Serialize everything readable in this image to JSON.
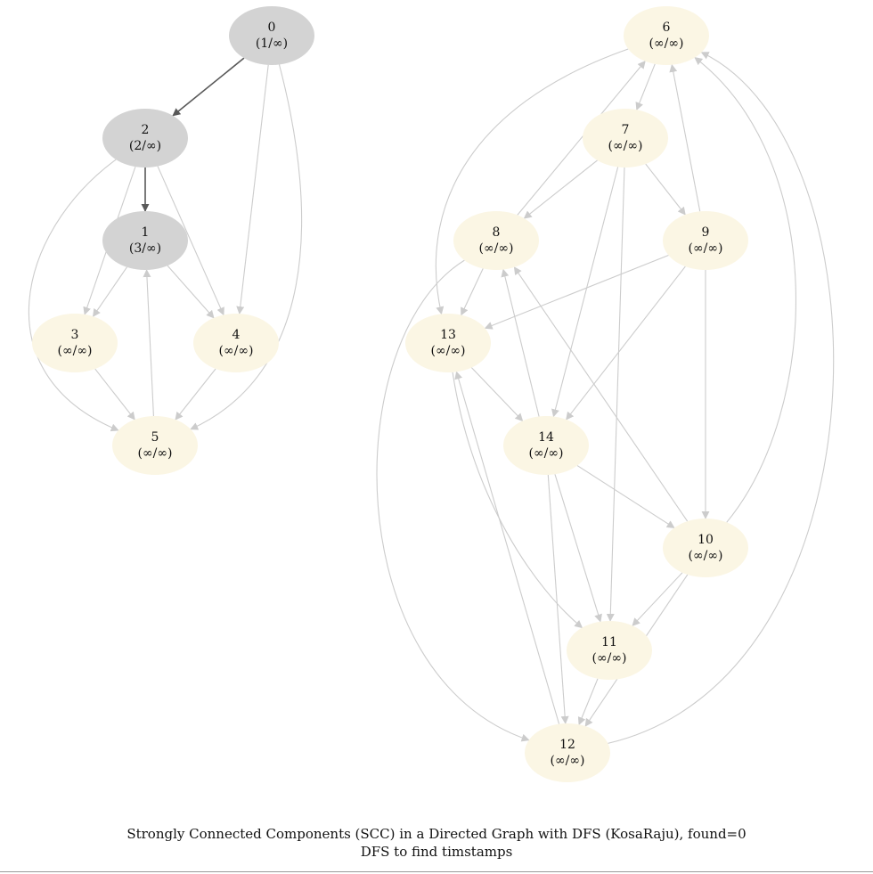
{
  "caption": {
    "line1": "Strongly Connected Components (SCC) in a Directed Graph with DFS (KosaRaju), found=0",
    "line2": "DFS to find timstamps"
  },
  "colors": {
    "visited_fill": "#d3d3d3",
    "unvisited_fill": "#fbf6e4",
    "active_edge": "#595959",
    "inactive_edge": "#cccccc",
    "text": "#111111"
  },
  "nodes": [
    {
      "id": "0",
      "label": "0",
      "stamp": "(1/∞)",
      "visited": true
    },
    {
      "id": "2",
      "label": "2",
      "stamp": "(2/∞)",
      "visited": true
    },
    {
      "id": "1",
      "label": "1",
      "stamp": "(3/∞)",
      "visited": true
    },
    {
      "id": "3",
      "label": "3",
      "stamp": "(∞/∞)",
      "visited": false
    },
    {
      "id": "4",
      "label": "4",
      "stamp": "(∞/∞)",
      "visited": false
    },
    {
      "id": "5",
      "label": "5",
      "stamp": "(∞/∞)",
      "visited": false
    },
    {
      "id": "6",
      "label": "6",
      "stamp": "(∞/∞)",
      "visited": false
    },
    {
      "id": "7",
      "label": "7",
      "stamp": "(∞/∞)",
      "visited": false
    },
    {
      "id": "8",
      "label": "8",
      "stamp": "(∞/∞)",
      "visited": false
    },
    {
      "id": "9",
      "label": "9",
      "stamp": "(∞/∞)",
      "visited": false
    },
    {
      "id": "13",
      "label": "13",
      "stamp": "(∞/∞)",
      "visited": false
    },
    {
      "id": "14",
      "label": "14",
      "stamp": "(∞/∞)",
      "visited": false
    },
    {
      "id": "10",
      "label": "10",
      "stamp": "(∞/∞)",
      "visited": false
    },
    {
      "id": "11",
      "label": "11",
      "stamp": "(∞/∞)",
      "visited": false
    },
    {
      "id": "12",
      "label": "12",
      "stamp": "(∞/∞)",
      "visited": false
    }
  ],
  "edges": [
    {
      "from": "0",
      "to": "2",
      "active": true
    },
    {
      "from": "0",
      "to": "4",
      "active": false
    },
    {
      "from": "0",
      "to": "5",
      "active": false
    },
    {
      "from": "2",
      "to": "1",
      "active": true
    },
    {
      "from": "2",
      "to": "3",
      "active": false
    },
    {
      "from": "2",
      "to": "4",
      "active": false
    },
    {
      "from": "2",
      "to": "5",
      "active": false
    },
    {
      "from": "1",
      "to": "3",
      "active": false
    },
    {
      "from": "1",
      "to": "4",
      "active": false
    },
    {
      "from": "3",
      "to": "5",
      "active": false
    },
    {
      "from": "4",
      "to": "5",
      "active": false
    },
    {
      "from": "5",
      "to": "1",
      "active": false
    },
    {
      "from": "6",
      "to": "7",
      "active": false
    },
    {
      "from": "6",
      "to": "13",
      "active": false
    },
    {
      "from": "7",
      "to": "8",
      "active": false
    },
    {
      "from": "7",
      "to": "9",
      "active": false
    },
    {
      "from": "7",
      "to": "14",
      "active": false
    },
    {
      "from": "7",
      "to": "11",
      "active": false
    },
    {
      "from": "8",
      "to": "6",
      "active": false
    },
    {
      "from": "8",
      "to": "13",
      "active": false
    },
    {
      "from": "8",
      "to": "12",
      "active": false
    },
    {
      "from": "9",
      "to": "6",
      "active": false
    },
    {
      "from": "9",
      "to": "13",
      "active": false
    },
    {
      "from": "9",
      "to": "14",
      "active": false
    },
    {
      "from": "9",
      "to": "10",
      "active": false
    },
    {
      "from": "13",
      "to": "14",
      "active": false
    },
    {
      "from": "13",
      "to": "11",
      "active": false
    },
    {
      "from": "14",
      "to": "8",
      "active": false
    },
    {
      "from": "14",
      "to": "10",
      "active": false
    },
    {
      "from": "14",
      "to": "11",
      "active": false
    },
    {
      "from": "14",
      "to": "12",
      "active": false
    },
    {
      "from": "10",
      "to": "6",
      "active": false
    },
    {
      "from": "10",
      "to": "8",
      "active": false
    },
    {
      "from": "10",
      "to": "11",
      "active": false
    },
    {
      "from": "10",
      "to": "12",
      "active": false
    },
    {
      "from": "11",
      "to": "12",
      "active": false
    },
    {
      "from": "12",
      "to": "13",
      "active": false
    },
    {
      "from": "12",
      "to": "6",
      "active": false
    }
  ]
}
